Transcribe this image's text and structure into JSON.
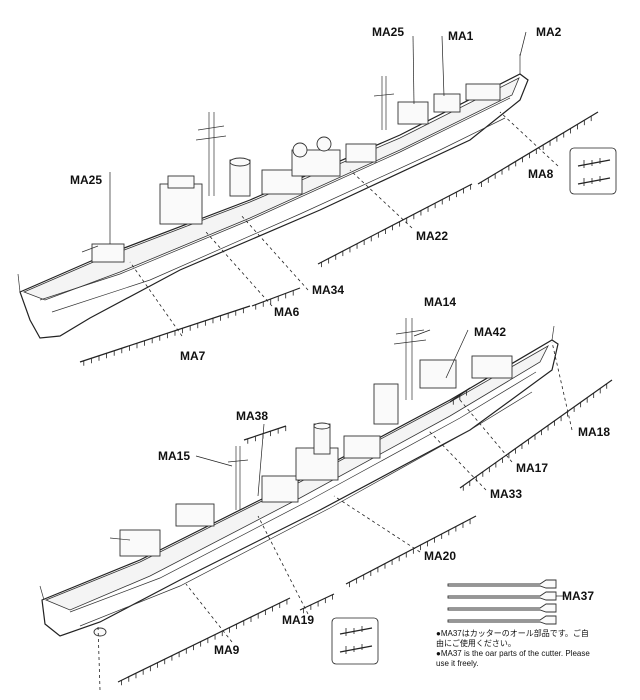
{
  "labels": {
    "ma25_a": "MA25",
    "ma1": "MA1",
    "ma2": "MA2",
    "ma25_b": "MA25",
    "ma8": "MA8",
    "ma22": "MA22",
    "ma34": "MA34",
    "ma6": "MA6",
    "ma7": "MA7",
    "ma14": "MA14",
    "ma42": "MA42",
    "ma38": "MA38",
    "ma15": "MA15",
    "ma18": "MA18",
    "ma17": "MA17",
    "ma33": "MA33",
    "ma20": "MA20",
    "ma37": "MA37",
    "ma19": "MA19",
    "ma9": "MA9"
  },
  "notes": {
    "jp_line1": "●MA37はカッターのオール部品です。ご自",
    "jp_line2": "由にご使用ください。",
    "en_line1": "●MA37 is the oar parts of the cutter. Please",
    "en_line2": "use it freely."
  }
}
